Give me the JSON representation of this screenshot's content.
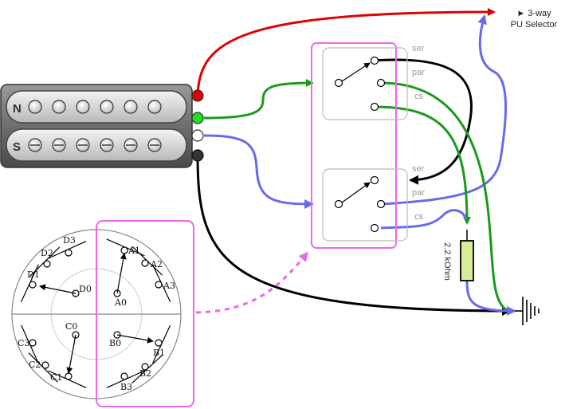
{
  "pickup": {
    "north_label": "N",
    "south_label": "S"
  },
  "selector": {
    "line1": "► 3-way",
    "line2": "PU Selector"
  },
  "switch_top": {
    "ser_label": "ser",
    "par_label": "par",
    "cs_label": "cs"
  },
  "switch_bottom": {
    "ser_label": "ser",
    "par_label": "par",
    "cs_label": "cs"
  },
  "resistor": {
    "label": "2.2 kOhm"
  },
  "rotary": {
    "a0": "A0",
    "a1": "A1",
    "a2": "A2",
    "a3": "A3",
    "b0": "B0",
    "b1": "B1",
    "b2": "B2",
    "b3": "B3",
    "c0": "C0",
    "c1": "C1",
    "c2": "C2",
    "c3": "C3",
    "d0": "D0",
    "d1": "D1",
    "d2": "D2",
    "d3": "D3"
  },
  "colors": {
    "red_wire": "#e00000",
    "green_wire": "#1a9a1a",
    "blue_wire": "#6a6ae8",
    "black_wire": "#000000",
    "highlight": "#ee66ee",
    "resistor_fill": "#d8ec9a"
  }
}
